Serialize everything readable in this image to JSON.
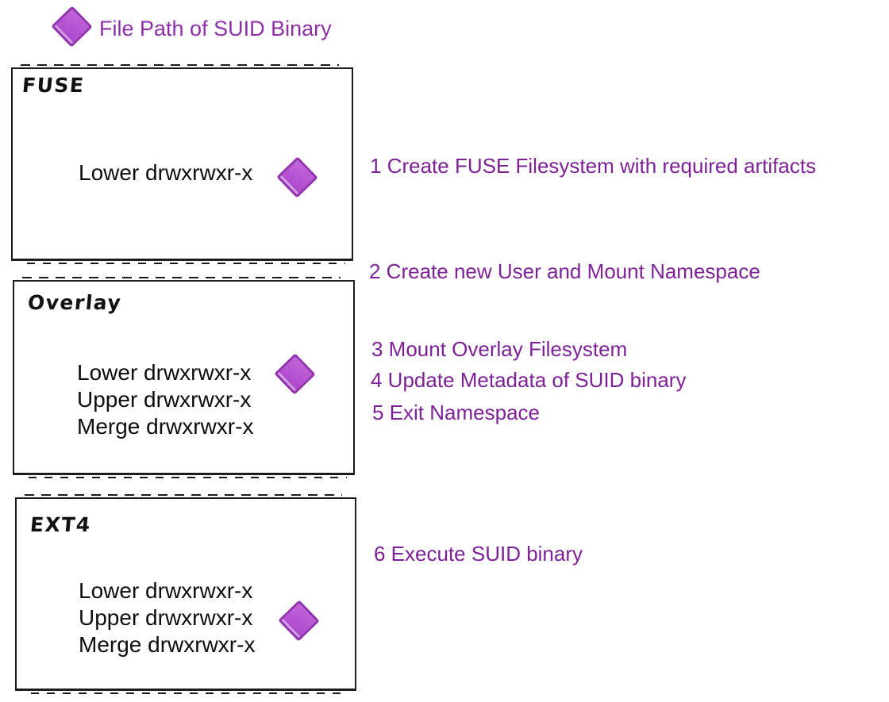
{
  "legend": {
    "label": "File Path of SUID Binary",
    "icon": "purple-diamond"
  },
  "boxes": [
    {
      "title": "FUSE",
      "lines": [
        "Lower drwxrwxr-x"
      ],
      "diamond_on_line": "Lower"
    },
    {
      "title": "Overlay",
      "lines": [
        "Lower drwxrwxr-x",
        "Upper drwxrwxr-x",
        "Merge drwxrwxr-x"
      ],
      "diamond_on_line": "Lower"
    },
    {
      "title": "EXT4",
      "lines": [
        "Lower drwxrwxr-x",
        "Upper drwxrwxr-x",
        "Merge drwxrwxr-x"
      ],
      "diamond_on_line": "Upper"
    }
  ],
  "steps": [
    "1 Create FUSE Filesystem with required artifacts",
    "2 Create new User and Mount Namespace",
    "3 Mount Overlay Filesystem",
    "4 Update Metadata of SUID binary",
    "5 Exit Namespace",
    "6 Execute SUID binary"
  ],
  "colors": {
    "diamond_fill": "#b553d2",
    "diamond_border": "#9232ae",
    "legend_text": "#8e2fa8",
    "step_text": "#7d2196",
    "box_border": "#1c1c1c",
    "body_text": "#0d0d0d",
    "background": "#ffffff"
  }
}
